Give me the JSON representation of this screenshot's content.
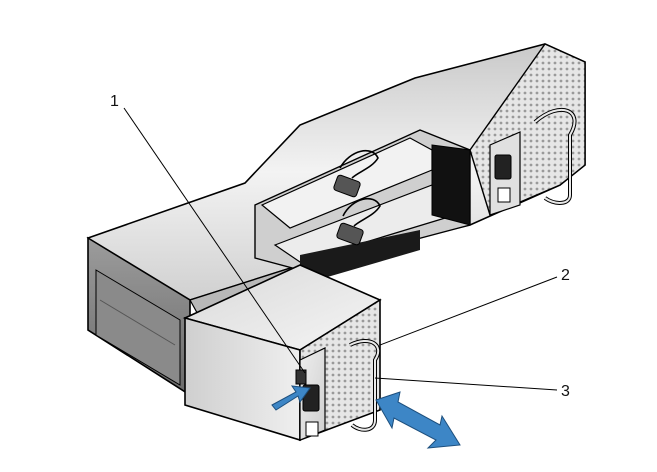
{
  "callouts": [
    {
      "number": "1"
    },
    {
      "number": "2"
    },
    {
      "number": "3"
    }
  ],
  "colors": {
    "chassis_light": "#e8e8e8",
    "chassis_mid": "#bdbdbd",
    "chassis_dark": "#6e6e6e",
    "interior_black": "#111111",
    "arrow_blue": "#3d86c6",
    "outline": "#000000"
  },
  "icons": [
    "release-arrow-icon",
    "pull-direction-arrow-icon",
    "power-switch-icon",
    "power-connector-icon"
  ]
}
